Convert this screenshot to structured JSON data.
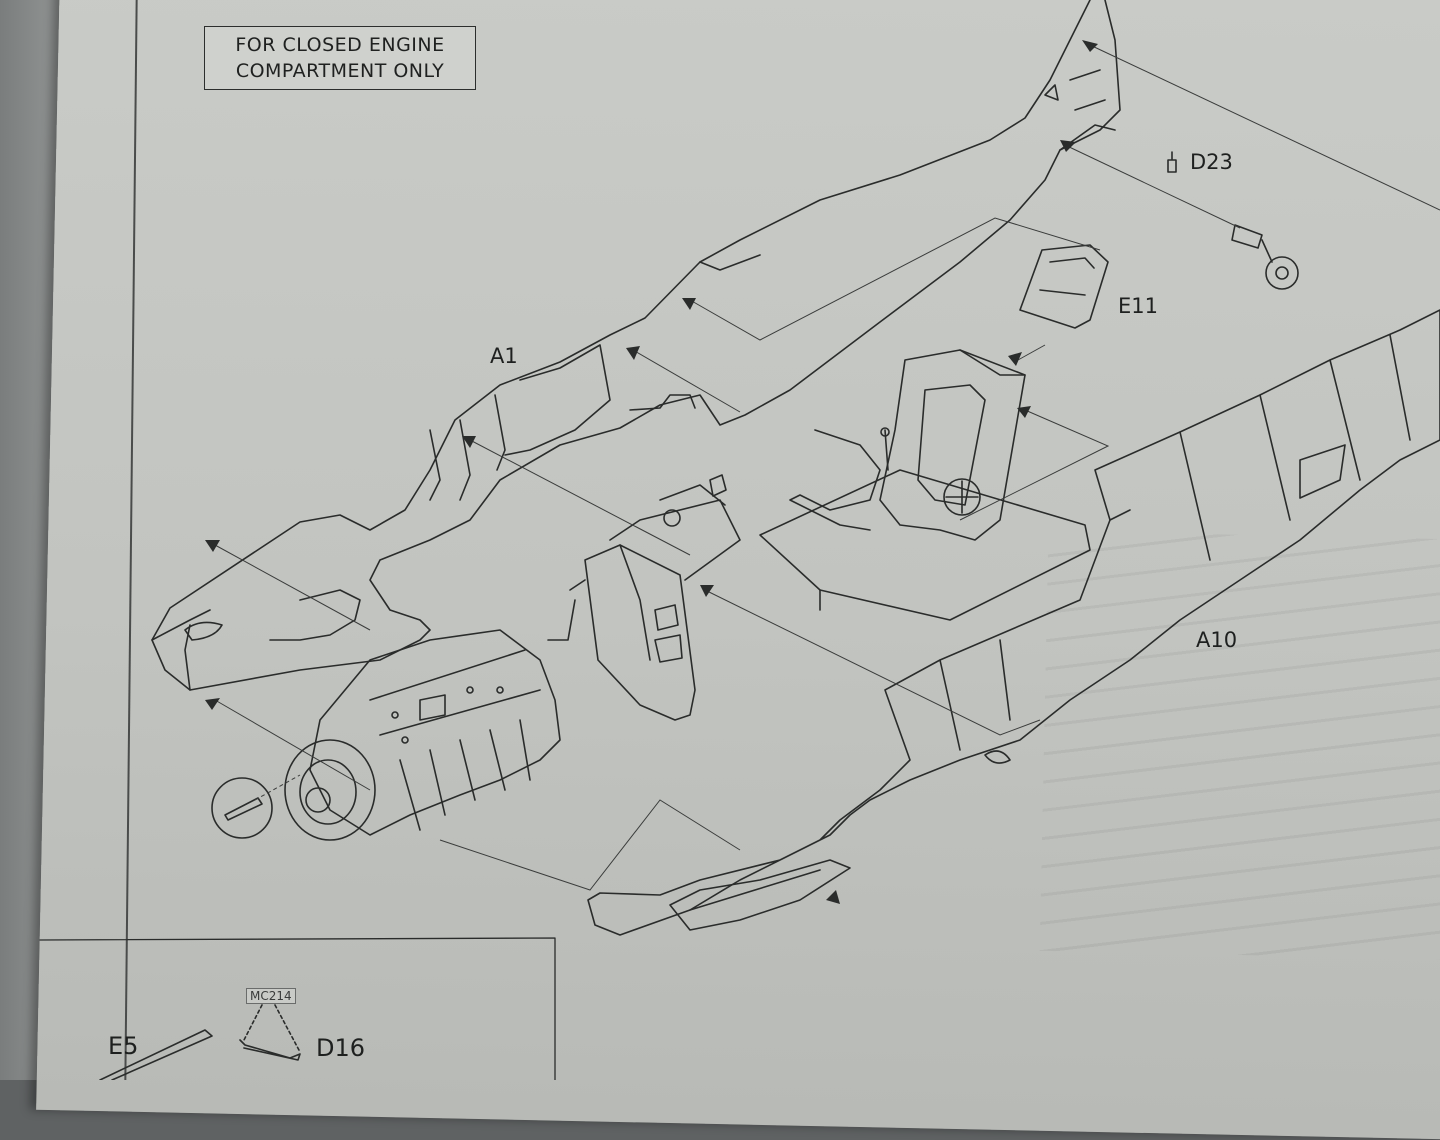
{
  "note": {
    "line1": "FOR CLOSED ENGINE",
    "line2": "COMPARTMENT ONLY"
  },
  "parts": {
    "A1": "A1",
    "A10": "A10",
    "E11": "E11",
    "D23": "D23",
    "E5": "E5",
    "D16": "D16"
  },
  "reference": "MC214",
  "colors": {
    "paper": "#c6c8c4",
    "ink": "#2a2c2b",
    "background": "#5f6263"
  }
}
